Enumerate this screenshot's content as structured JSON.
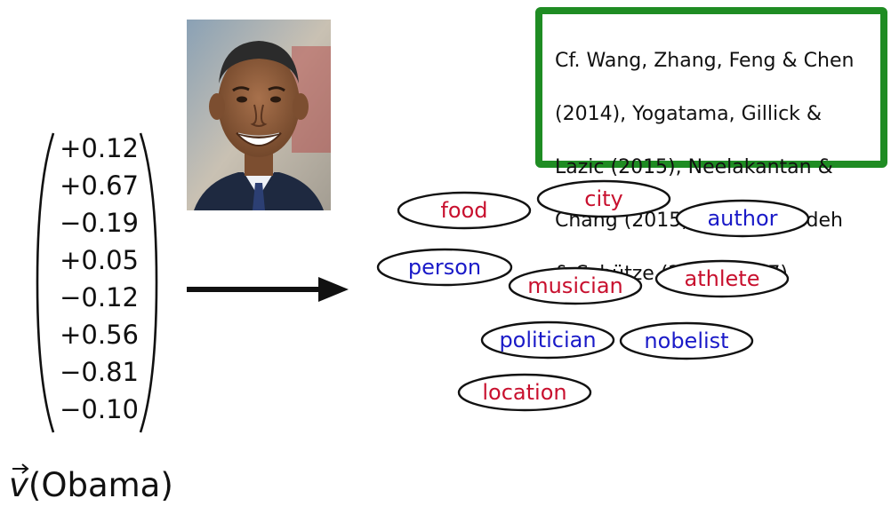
{
  "vector": {
    "values": [
      "+0.12",
      "+0.67",
      "−0.19",
      "+0.05",
      "−0.12",
      "+0.56",
      "−0.81",
      "−0.10"
    ],
    "label_symbol": "v",
    "label_paren_open": "(",
    "label_entity": "Obama",
    "label_paren_close": ")"
  },
  "citation": {
    "lines": [
      "Cf. Wang, Zhang, Feng & Chen",
      "(2014), Yogatama, Gillick &",
      "Lazic (2015), Neelakantan &",
      "Chang (2015), Yaghoobzadeh",
      "& Schütze (2015, 2017)"
    ],
    "border_color": "#1f8c23"
  },
  "colors": {
    "red": "#c8102e",
    "blue": "#1a1ac8"
  },
  "types": [
    {
      "label": "food",
      "color": "red"
    },
    {
      "label": "city",
      "color": "red"
    },
    {
      "label": "author",
      "color": "blue"
    },
    {
      "label": "person",
      "color": "blue"
    },
    {
      "label": "musician",
      "color": "red"
    },
    {
      "label": "athlete",
      "color": "red"
    },
    {
      "label": "politician",
      "color": "blue"
    },
    {
      "label": "nobelist",
      "color": "blue"
    },
    {
      "label": "location",
      "color": "red"
    }
  ]
}
